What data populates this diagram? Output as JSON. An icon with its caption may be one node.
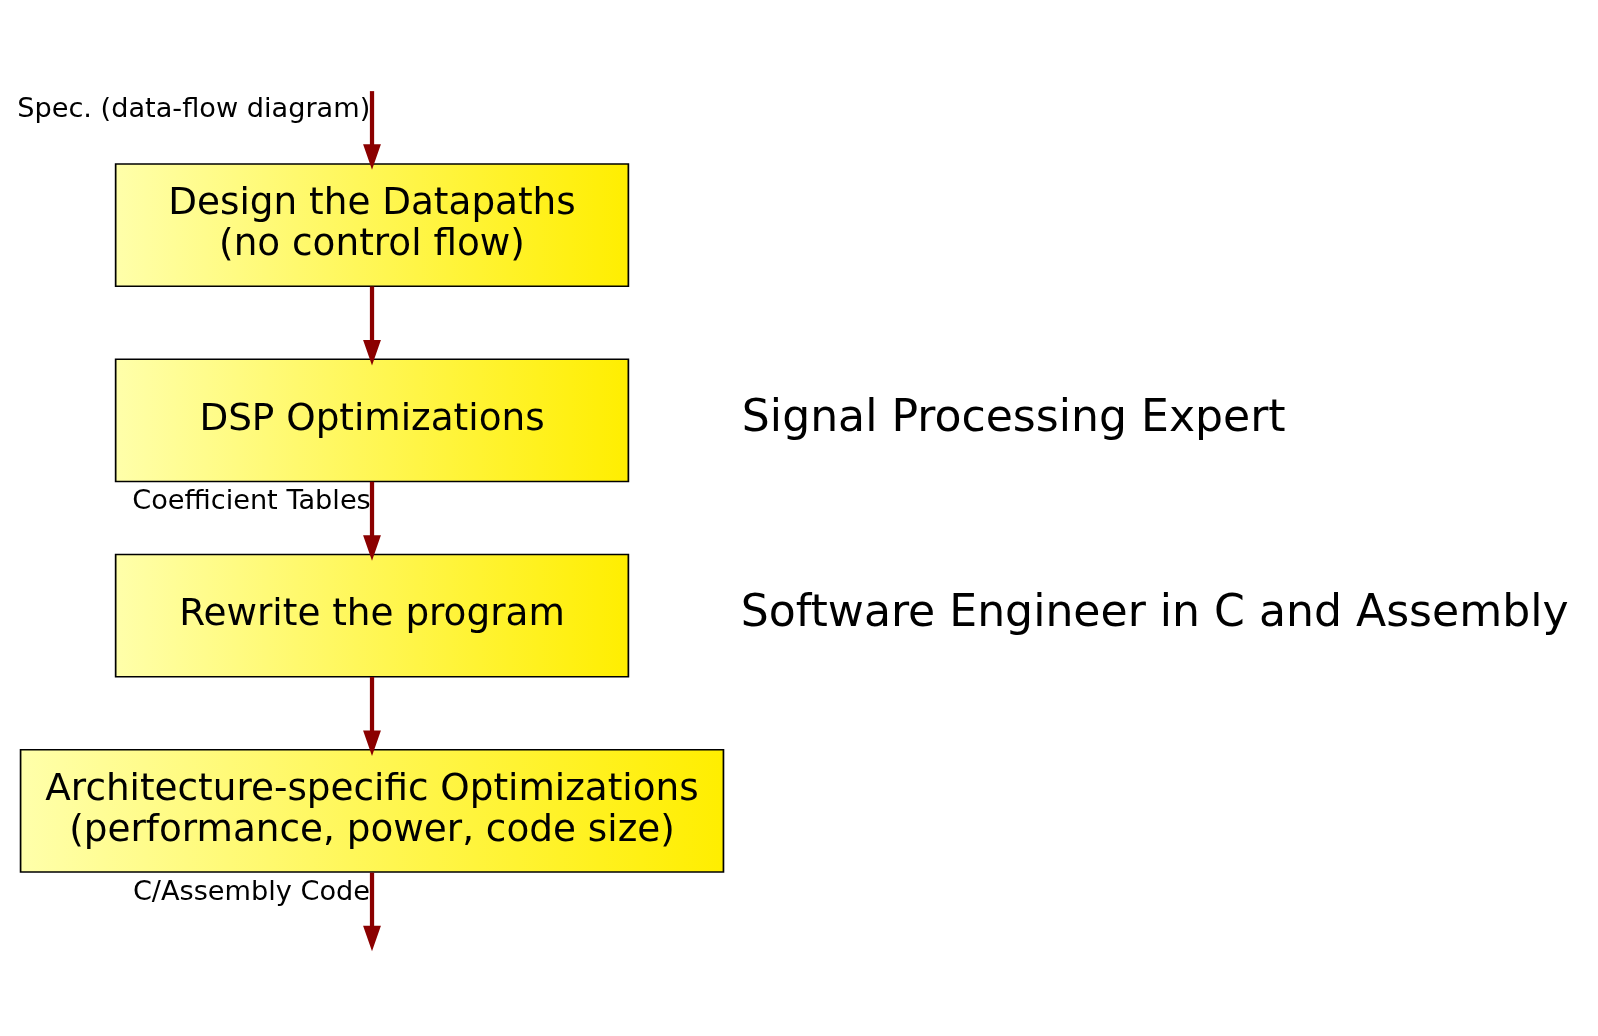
{
  "diagram": {
    "nodes": [
      {
        "text": [
          "Design the Datapaths",
          "(no control flow)"
        ]
      },
      {
        "text": [
          "DSP Optimizations"
        ]
      },
      {
        "text": [
          "Rewrite the program"
        ]
      },
      {
        "text": [
          "Architecture-specific Optimizations",
          "(performance, power, code size)"
        ]
      }
    ],
    "edges": [
      {
        "from": null,
        "to": 0,
        "arrow": "to",
        "label": "Spec. (data-flow diagram)"
      },
      {
        "from": 0,
        "to": 1,
        "arrow": "to"
      },
      {
        "from": 1,
        "to": 2,
        "arrow": "to",
        "label": "Coefficient Tables"
      },
      {
        "from": 2,
        "to": 3,
        "arrow": "to"
      },
      {
        "from": 3,
        "to": null,
        "arrow": "to",
        "label": "C/Assembly Code"
      }
    ],
    "labels": [
      "Signal Processing Expert",
      "Software Engineer in C and Assembly"
    ]
  }
}
